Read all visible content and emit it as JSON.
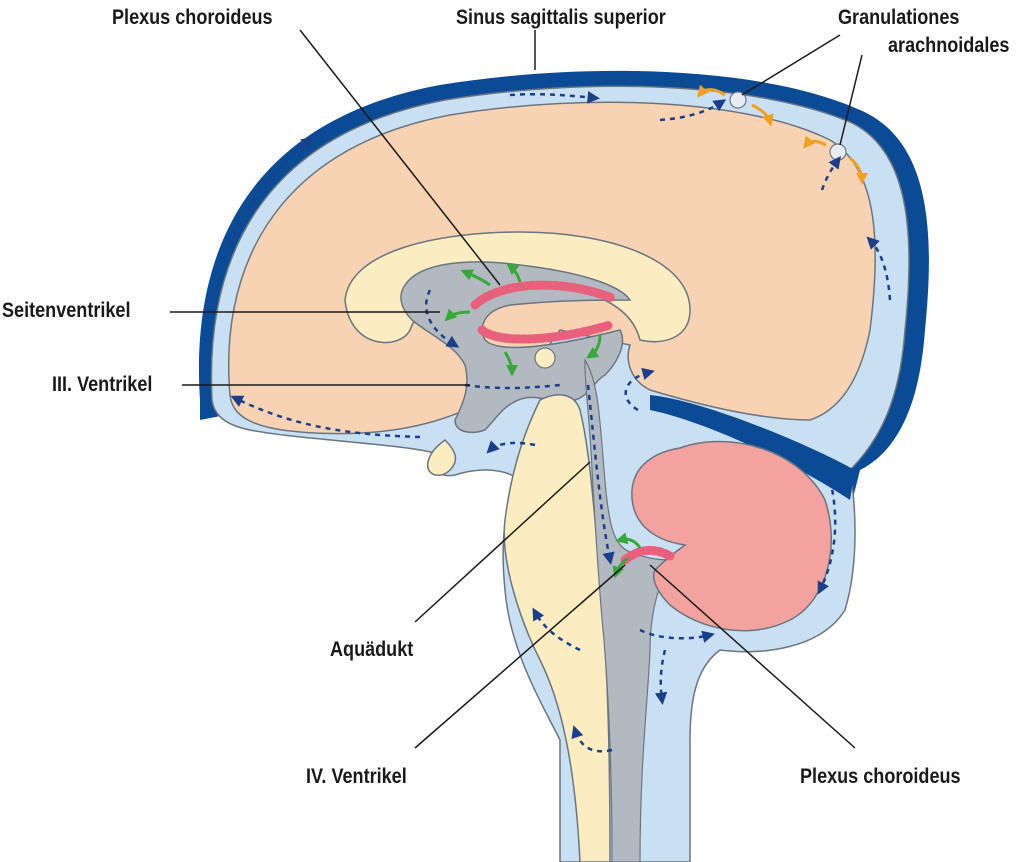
{
  "labels": {
    "plexus_top": "Plexus choroideus",
    "sinus": "Sinus sagittalis superior",
    "granulationes_1": "Granulationes",
    "granulationes_2": "arachnoidales",
    "seitenventrikel": "Seitenventrikel",
    "iii_ventrikel": "III. Ventrikel",
    "aquaedukt": "Aquädukt",
    "iv_ventrikel": "IV. Ventrikel",
    "plexus_bottom": "Plexus choroideus"
  },
  "colors": {
    "sinus_blue": "#0b4a94",
    "csf_blue": "#c9e0f2",
    "cerebrum": "#f7d3b4",
    "cerebellum": "#f2a3a0",
    "corpus_callosum": "#fbecc1",
    "ventricle_gray": "#b3b9c1",
    "plexus_red": "#e8607b",
    "flow_arrow": "#1c3f8c",
    "production_arrow": "#38a83a",
    "absorption_arrow": "#f0a020",
    "outline": "#6b7580"
  }
}
